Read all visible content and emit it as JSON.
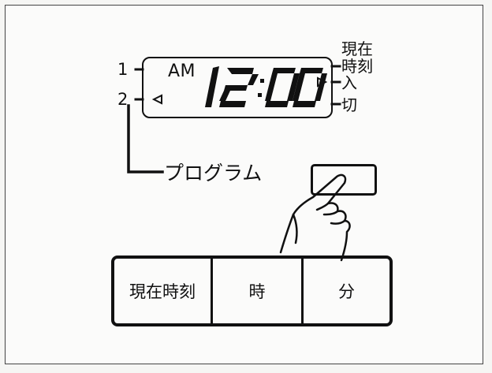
{
  "display": {
    "am": "AM",
    "time": "12:00",
    "line_labels": [
      "1",
      "2"
    ],
    "right_labels": {
      "current_time": [
        "現在",
        "時刻"
      ],
      "on": "入",
      "off": "切"
    }
  },
  "program_label": "プログラム",
  "buttons": [
    {
      "label": "現在時刻"
    },
    {
      "label": "時"
    },
    {
      "label": "分"
    }
  ]
}
